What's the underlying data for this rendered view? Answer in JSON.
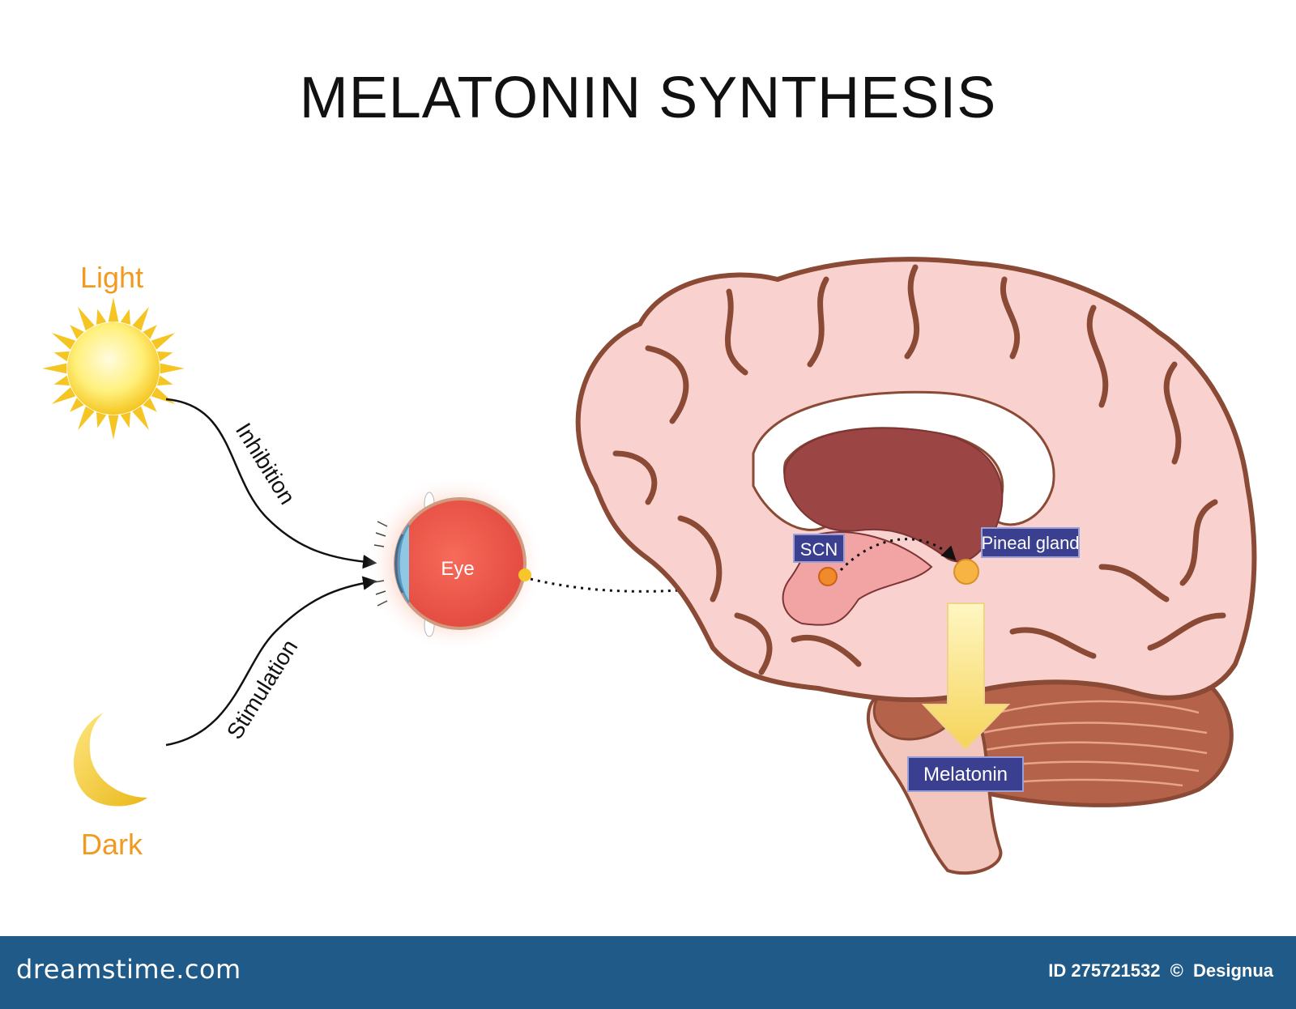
{
  "title": "MELATONIN SYNTHESIS",
  "labels": {
    "light": "Light",
    "dark": "Dark",
    "inhibition": "Inhibition",
    "stimulation": "Stimulation",
    "eye": "Eye",
    "scn": "SCN",
    "pineal_gland": "Pineal gland",
    "melatonin": "Melatonin"
  },
  "footer": {
    "logo": "dreamstime.com",
    "id_text": "ID 275721532",
    "copyright": "©",
    "author": "Designua"
  },
  "colors": {
    "label_orange": "#f29a1f",
    "label_box": "#3b3f8f",
    "brain_fill": "#f9d2cf",
    "brain_outline": "#8a4a35",
    "footer_bg": "#1f5a88"
  }
}
